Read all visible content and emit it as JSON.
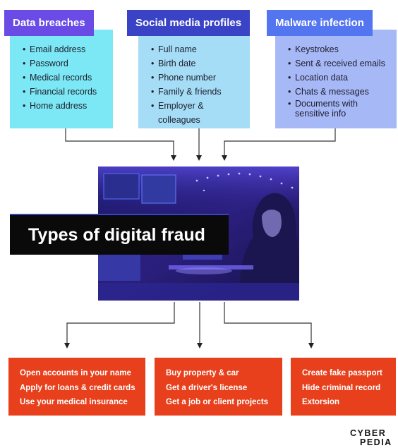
{
  "sources": [
    {
      "title": "Data breaches",
      "items": [
        "Email address",
        "Password",
        "Medical records",
        "Financial records",
        "Home address"
      ]
    },
    {
      "title": "Social media profiles",
      "items": [
        "Full name",
        "Birth date",
        "Phone number",
        "Family & friends",
        "Employer & colleagues"
      ]
    },
    {
      "title": "Malware infection",
      "items": [
        "Keystrokes",
        "Sent & received emails",
        "Location data",
        "Chats & messages",
        "Documents with sensitive info"
      ]
    }
  ],
  "center_title": "Types of digital fraud",
  "outcomes": [
    {
      "items": [
        "Open accounts in your name",
        "Apply for loans & credit cards",
        "Use your medical insurance"
      ]
    },
    {
      "items": [
        "Buy property & car",
        "Get a driver's license",
        "Get a job or client projects"
      ]
    },
    {
      "items": [
        "Create fake passport",
        "Hide criminal record",
        "Extorsion"
      ]
    }
  ],
  "logo": {
    "line1": "CYBER",
    "line2": "PEDIA"
  },
  "colors": {
    "head1": "#6a4be6",
    "box1": "#7ce8f5",
    "head2": "#3a43c6",
    "box2": "#a5ddf7",
    "head3": "#5475f0",
    "box3": "#a7b8f7",
    "outcome": "#e8401c"
  }
}
